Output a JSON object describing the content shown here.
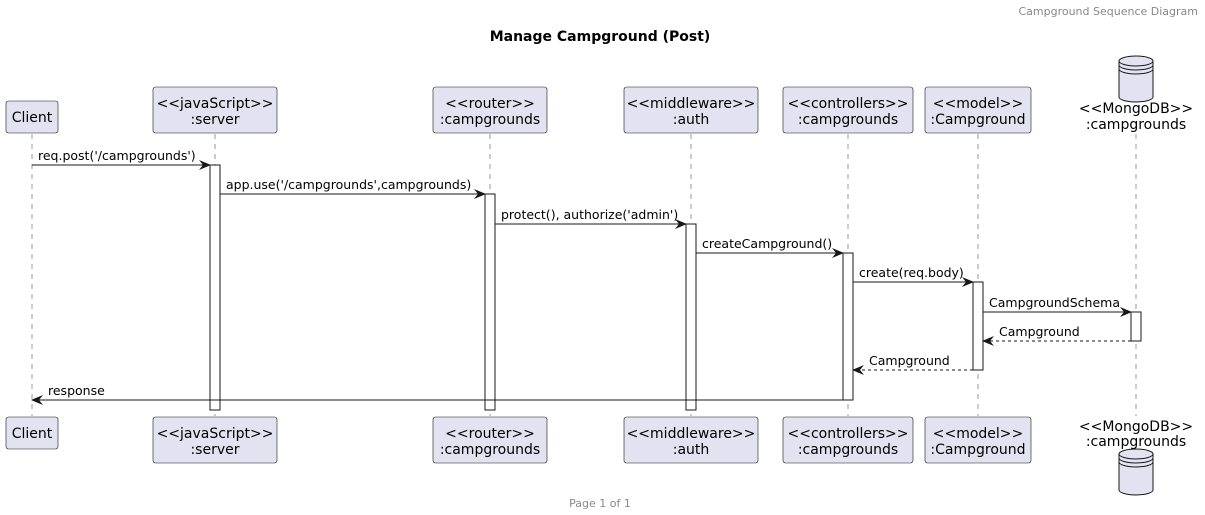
{
  "header": {
    "label": "Campground Sequence Diagram",
    "title": "Manage Campground (Post)",
    "footer": "Page 1 of 1"
  },
  "colors": {
    "participant_fill": "#e2e2f0",
    "participant_border": "#181818",
    "lifeline": "#999999",
    "arrow": "#181818"
  },
  "participants": [
    {
      "id": "client",
      "lines": [
        "Client"
      ],
      "shape": "box"
    },
    {
      "id": "server",
      "lines": [
        "<<javaScript>>",
        ":server"
      ],
      "shape": "box"
    },
    {
      "id": "router",
      "lines": [
        "<<router>>",
        ":campgrounds"
      ],
      "shape": "box"
    },
    {
      "id": "middleware",
      "lines": [
        "<<middleware>>",
        ":auth"
      ],
      "shape": "box"
    },
    {
      "id": "controllers",
      "lines": [
        "<<controllers>>",
        ":campgrounds"
      ],
      "shape": "box"
    },
    {
      "id": "model",
      "lines": [
        "<<model>>",
        ":Campground"
      ],
      "shape": "box"
    },
    {
      "id": "mongodb",
      "lines": [
        "<<MongoDB>>",
        ":campgrounds"
      ],
      "shape": "database"
    }
  ],
  "messages": [
    {
      "from": "client",
      "to": "server",
      "label": "req.post('/campgrounds')",
      "style": "solid"
    },
    {
      "from": "server",
      "to": "router",
      "label": "app.use('/campgrounds',campgrounds)",
      "style": "solid"
    },
    {
      "from": "router",
      "to": "middleware",
      "label": "protect(), authorize('admin')",
      "style": "solid"
    },
    {
      "from": "middleware",
      "to": "controllers",
      "label": "createCampground()",
      "style": "solid"
    },
    {
      "from": "controllers",
      "to": "model",
      "label": "create(req.body)",
      "style": "solid"
    },
    {
      "from": "model",
      "to": "mongodb",
      "label": "CampgroundSchema",
      "style": "solid"
    },
    {
      "from": "mongodb",
      "to": "model",
      "label": "Campground",
      "style": "dashed"
    },
    {
      "from": "model",
      "to": "controllers",
      "label": "Campground",
      "style": "dashed"
    },
    {
      "from": "controllers",
      "to": "client",
      "label": "response",
      "style": "solid"
    }
  ]
}
